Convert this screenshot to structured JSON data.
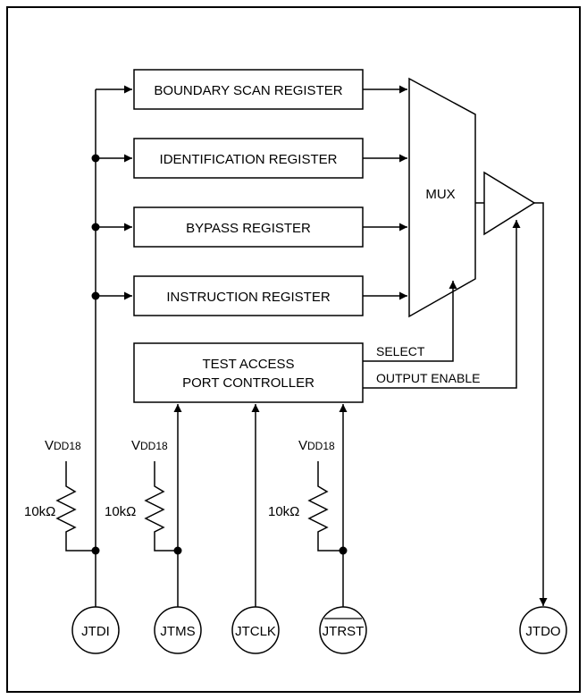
{
  "registers": {
    "boundary_scan": "BOUNDARY SCAN REGISTER",
    "identification": "IDENTIFICATION REGISTER",
    "bypass": "BYPASS REGISTER",
    "instruction": "INSTRUCTION REGISTER"
  },
  "controller": {
    "line1": "TEST ACCESS",
    "line2": "PORT CONTROLLER"
  },
  "mux": "MUX",
  "signals": {
    "select": "SELECT",
    "output_enable": "OUTPUT ENABLE"
  },
  "supply": {
    "prefix": "V",
    "subscript": "DD18"
  },
  "resistor": "10kΩ",
  "pins": {
    "jtdi": "JTDI",
    "jtms": "JTMS",
    "jtclk": "JTCLK",
    "jtrst": "JTRST",
    "jtdo": "JTDO"
  }
}
